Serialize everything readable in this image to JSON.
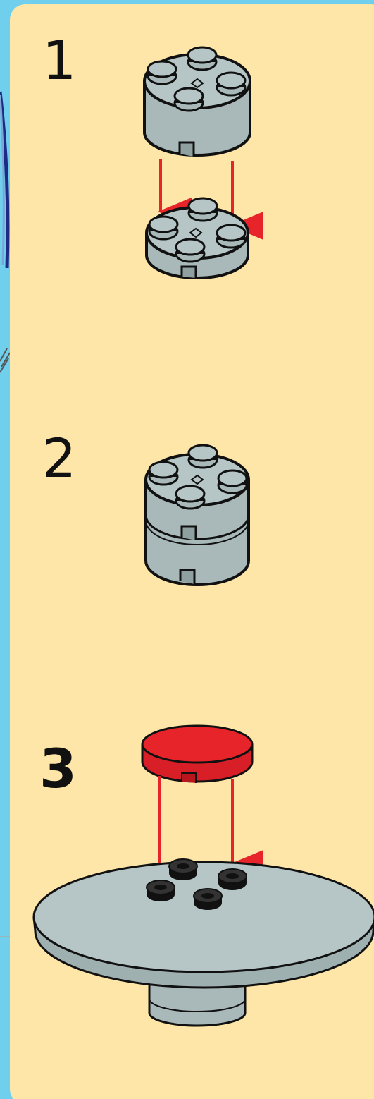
{
  "steps": [
    {
      "number": "1"
    },
    {
      "number": "2"
    },
    {
      "number": "3"
    }
  ],
  "colors": {
    "background_blue": "#6fcfec",
    "panel_cream": "#fde6a8",
    "brick_gray": "#a9b9b9",
    "brick_shadow": "#8fa0a0",
    "tile_red": "#e8242b",
    "arrow_red": "#e8242b",
    "outline": "#111111"
  },
  "parts": {
    "step1": [
      "round-brick-2x2-gray",
      "round-brick-2x2-gray"
    ],
    "step2": [
      "round-brick-stack-gray"
    ],
    "step3": [
      "round-tile-2x2-red",
      "round-dish-gray"
    ]
  }
}
